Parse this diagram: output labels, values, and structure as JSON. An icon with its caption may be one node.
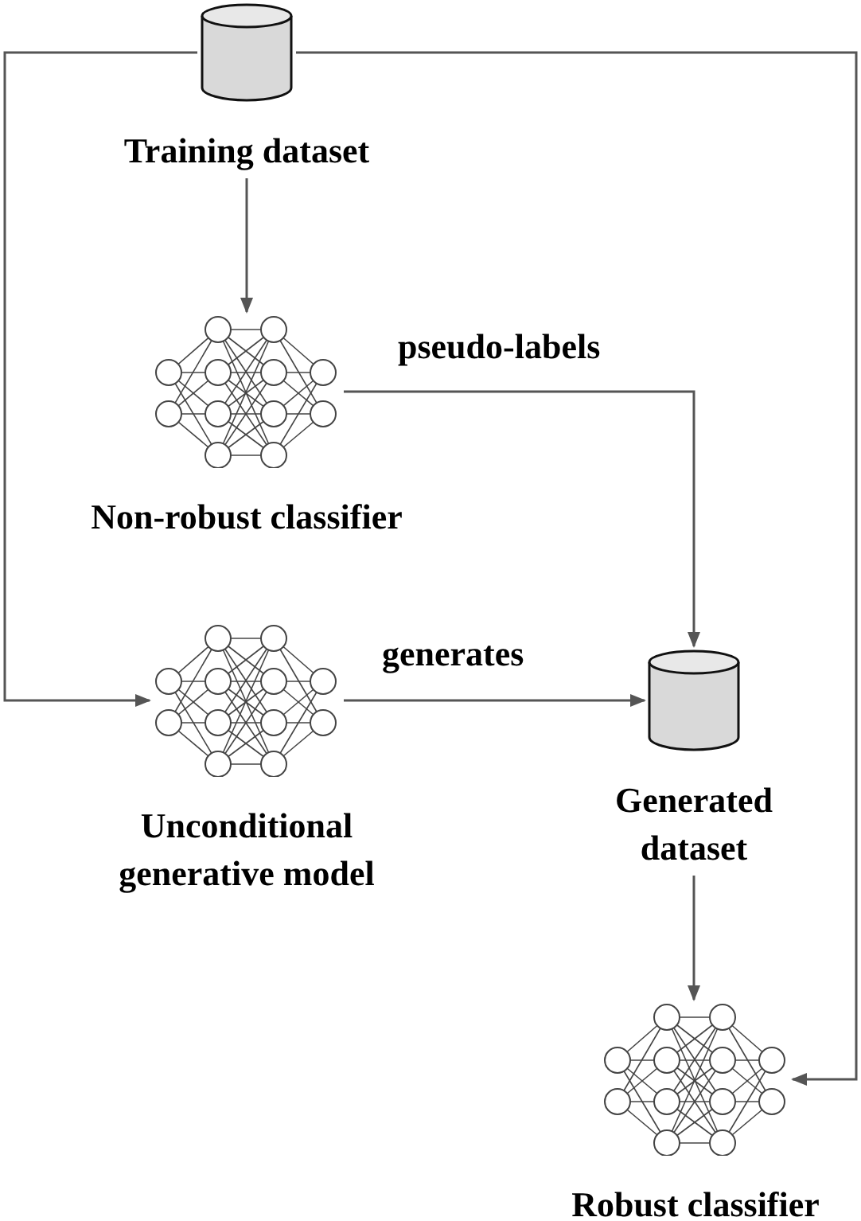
{
  "diagram": {
    "nodes": [
      {
        "text": [
          "Training dataset"
        ]
      },
      {
        "text": [
          "Non-robust classifier"
        ]
      },
      {
        "text": [
          "Unconditional generative model"
        ]
      },
      {
        "text": [
          "Generated dataset"
        ]
      },
      {
        "text": [
          "Robust classifier"
        ]
      }
    ],
    "edges": [
      {
        "from": 0,
        "to": 1,
        "arrow": "to"
      },
      {
        "from": 1,
        "to": 3,
        "arrow": "to",
        "label": "pseudo-labels"
      },
      {
        "from": 2,
        "to": 3,
        "arrow": "to",
        "label": "generates"
      },
      {
        "from": 0,
        "to": 2,
        "arrow": "to"
      },
      {
        "from": 0,
        "to": 4,
        "arrow": "to"
      },
      {
        "from": 3,
        "to": 4,
        "arrow": "to"
      }
    ]
  }
}
